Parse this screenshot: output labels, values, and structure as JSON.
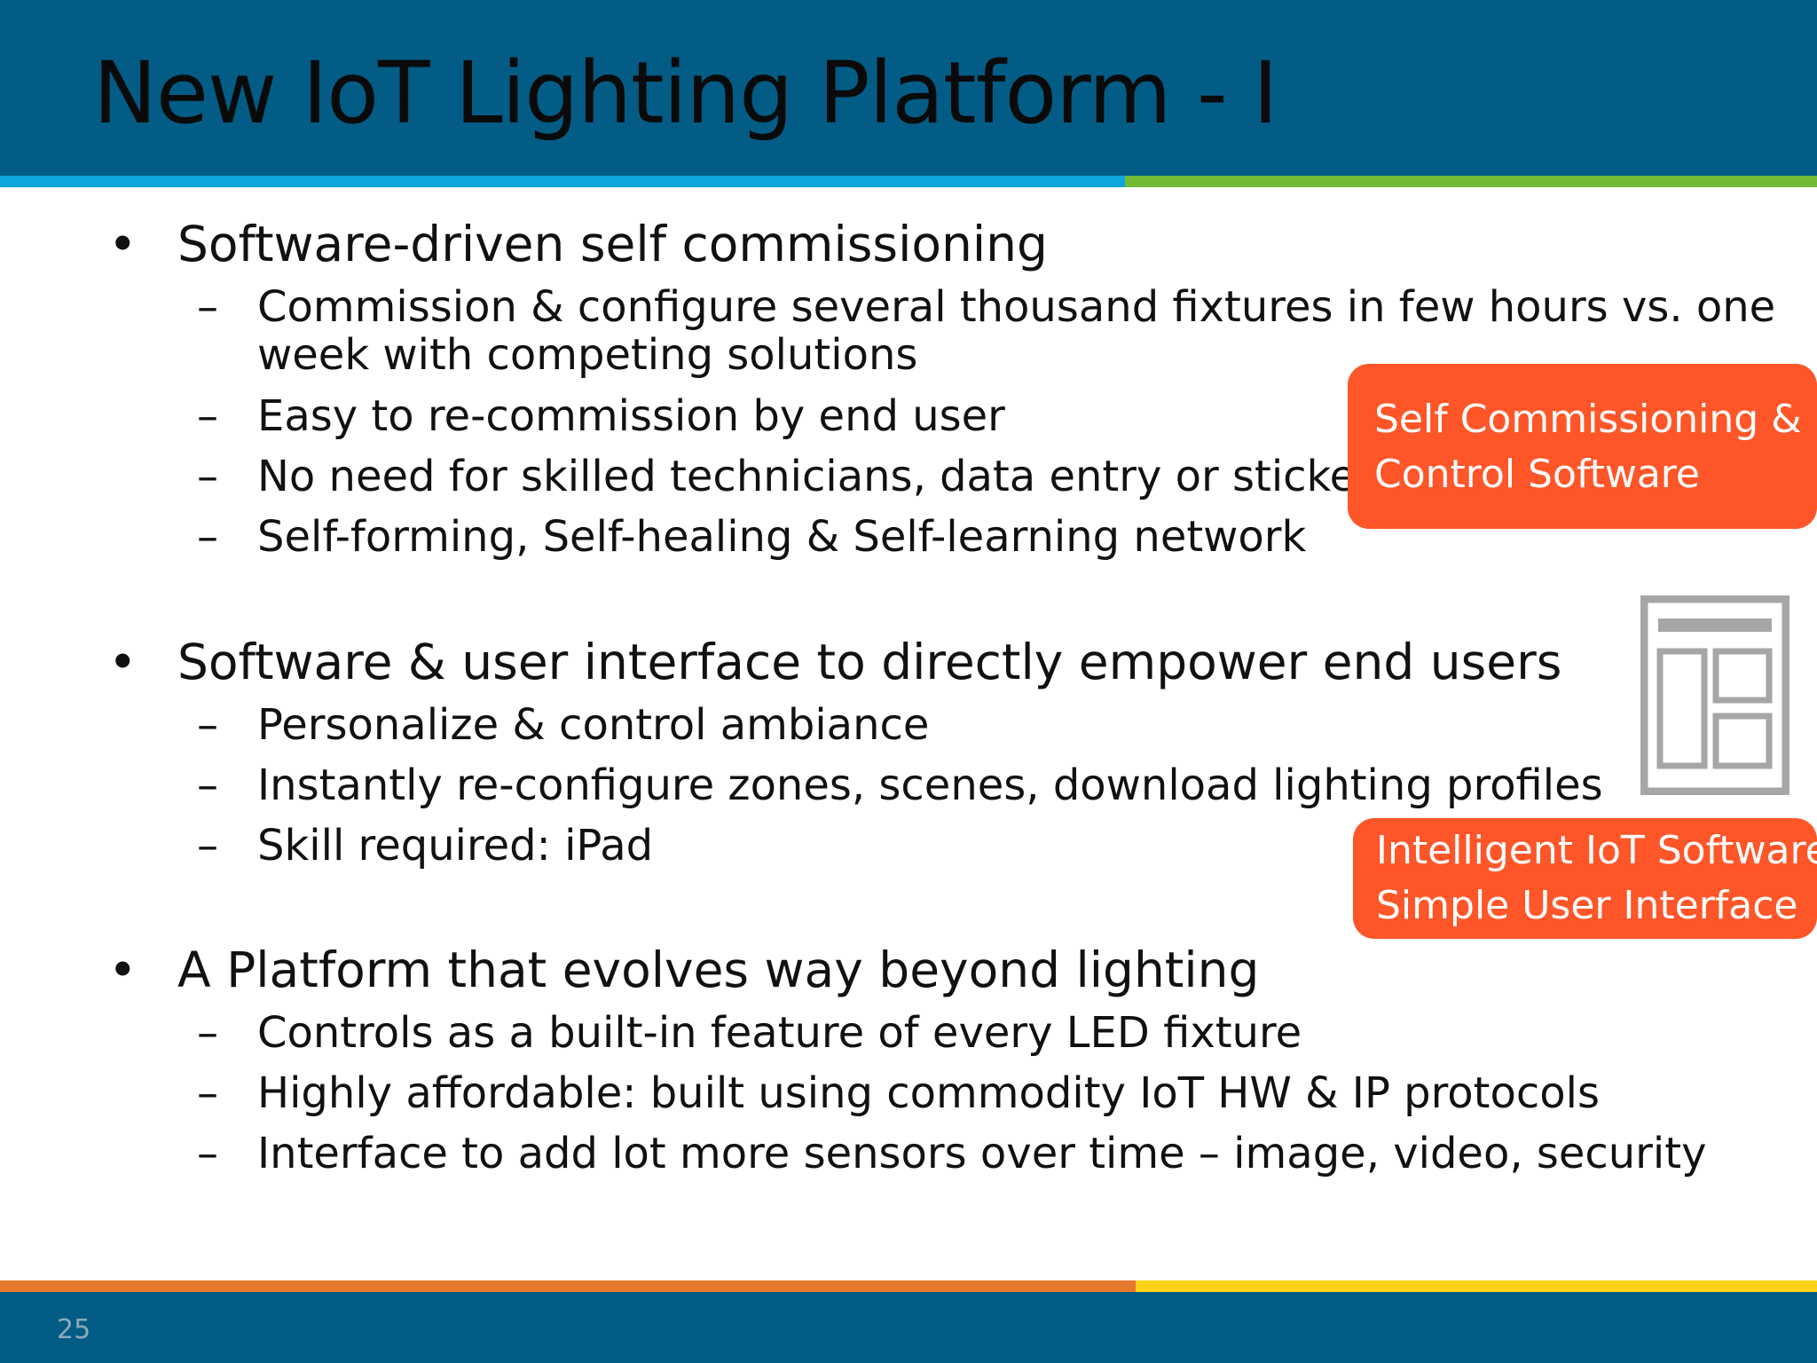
{
  "slide": {
    "title": "New IoT Lighting Platform - I",
    "page_number": "25"
  },
  "bullets": [
    {
      "marker": "•",
      "text": "Software-driven self commissioning",
      "sub": [
        {
          "marker": "–",
          "lines": [
            "Commission & configure several thousand fixtures in few hours vs. one",
            "week with competing solutions"
          ]
        },
        {
          "marker": "–",
          "lines": [
            "Easy to re-commission by end user"
          ]
        },
        {
          "marker": "–",
          "lines": [
            "No need for skilled technicians, data entry or stickers"
          ]
        },
        {
          "marker": "–",
          "lines": [
            "Self-forming, Self-healing & Self-learning network"
          ]
        }
      ]
    },
    {
      "marker": "•",
      "text": "Software & user interface to directly empower end users",
      "sub": [
        {
          "marker": "–",
          "lines": [
            "Personalize & control ambiance"
          ]
        },
        {
          "marker": "–",
          "lines": [
            "Instantly re-configure zones, scenes, download lighting profiles"
          ]
        },
        {
          "marker": "–",
          "lines": [
            "Skill required: iPad"
          ]
        }
      ]
    },
    {
      "marker": "•",
      "text": "A Platform that evolves way beyond lighting",
      "sub": [
        {
          "marker": "–",
          "lines": [
            "Controls as a built-in feature of every LED fixture"
          ]
        },
        {
          "marker": "–",
          "lines": [
            "Highly affordable: built using commodity IoT HW & IP protocols"
          ]
        },
        {
          "marker": "–",
          "lines": [
            "Interface to add lot more sensors over time – image, video, security"
          ]
        }
      ]
    }
  ],
  "callouts": [
    {
      "lines": [
        "Self Commissioning &",
        "Control Software"
      ]
    },
    {
      "lines": [
        "Intelligent IoT Software",
        "Simple User Interface"
      ]
    }
  ],
  "icons": {
    "ui_layout": "ui-layout-icon"
  },
  "colors": {
    "header_bg": "#035c85",
    "callout_bg": "#fe5628",
    "stripe_blue": "#0ea6df",
    "stripe_green": "#70ba35",
    "stripe_orange": "#e5792e",
    "stripe_yellow": "#fbd319"
  }
}
